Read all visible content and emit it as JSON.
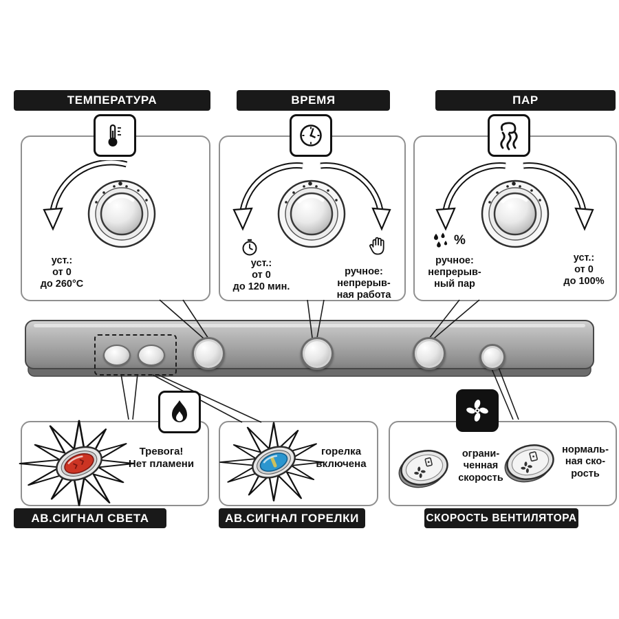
{
  "top_sections": {
    "temperature": {
      "header": "ТЕМПЕРАТУРА",
      "set_text": "уст.:\nот 0\nдо 260°C"
    },
    "time": {
      "header": "ВРЕМЯ",
      "set_text": "уст.:\nот 0\nдо 120 мин.",
      "manual_text": "ручное:\nнепрерыв-\nная работа"
    },
    "steam": {
      "header": "ПАР",
      "manual_text": "ручное:\nнепрерыв-\nный пар",
      "set_text": "уст.:\nот 0\nдо 100%",
      "percent_label": "%"
    }
  },
  "bottom_sections": {
    "light_alarm": {
      "header": "АВ.СИГНАЛ СВЕТА",
      "label": "Тревога!\nНет пламени"
    },
    "burner_alarm": {
      "header": "АВ.СИГНАЛ ГОРЕЛКИ",
      "label": "горелка\nвключена"
    },
    "fan_speed": {
      "header": "СКОРОСТЬ ВЕНТИЛЯТОРА",
      "limited_label": "ограни-\nченная\nскорость",
      "normal_label": "нормаль-\nная ско-\nрость"
    }
  },
  "icons": {
    "thermometer": "thermometer-icon",
    "clock": "clock-icon",
    "steam": "steam-icon",
    "timer": "timer-icon",
    "hand": "hand-icon",
    "droplets": "droplets-icon",
    "flame": "flame-icon",
    "fan": "fan-icon"
  },
  "colors": {
    "header_bg": "#191919",
    "panel_border": "#8f8f8f",
    "alarm_lamp": "#cc3423",
    "burner_lamp": "#2b96cf",
    "strip_gray": "#a6a6a6"
  }
}
